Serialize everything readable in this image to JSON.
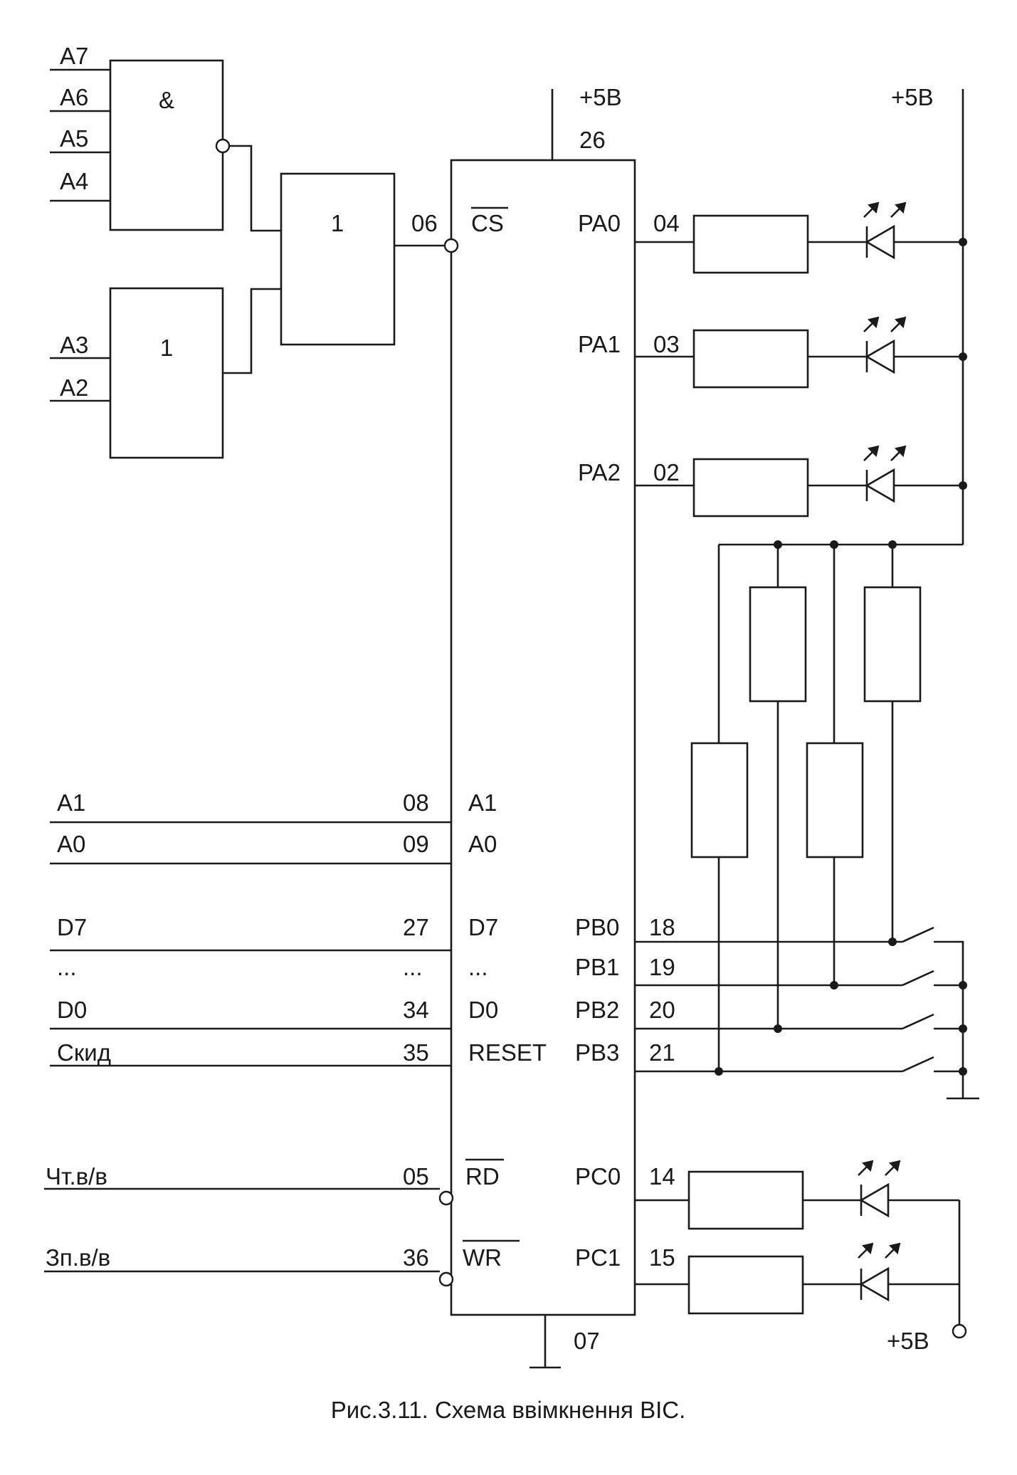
{
  "nand_gate": {
    "symbol": "&",
    "inputs": [
      "A7",
      "A6",
      "A5",
      "A4"
    ]
  },
  "or_gate_cs": {
    "symbol": "1"
  },
  "or_gate_low": {
    "symbol": "1",
    "inputs": [
      "A3",
      "A2"
    ]
  },
  "chip": {
    "vcc_pin": "26",
    "gnd_pin": "07",
    "left_pins": [
      {
        "num": "06",
        "name": "CS",
        "inverted": true
      },
      {
        "num": "08",
        "name": "A1"
      },
      {
        "num": "09",
        "name": "A0"
      },
      {
        "num": "27",
        "name": "D7"
      },
      {
        "num": "...",
        "name": "..."
      },
      {
        "num": "34",
        "name": "D0"
      },
      {
        "num": "35",
        "name": "RESET"
      },
      {
        "num": "05",
        "name": "RD",
        "inverted": true
      },
      {
        "num": "36",
        "name": "WR",
        "inverted": true
      }
    ],
    "right_pins": [
      {
        "name": "PA0",
        "num": "04"
      },
      {
        "name": "PA1",
        "num": "03"
      },
      {
        "name": "PA2",
        "num": "02"
      },
      {
        "name": "PB0",
        "num": "18"
      },
      {
        "name": "PB1",
        "num": "19"
      },
      {
        "name": "PB2",
        "num": "20"
      },
      {
        "name": "PB3",
        "num": "21"
      },
      {
        "name": "PC0",
        "num": "14"
      },
      {
        "name": "PC1",
        "num": "15"
      }
    ]
  },
  "bus_signals": [
    "A1",
    "A0",
    "D7",
    "...",
    "D0",
    "Скид",
    "Чт.в/в",
    "Зп.в/в"
  ],
  "supply_labels": {
    "chip_vcc": "+5В",
    "right_rail": "+5В",
    "bottom_rail": "+5В"
  },
  "caption": "Рис.3.11. Схема ввімкнення ВІС."
}
